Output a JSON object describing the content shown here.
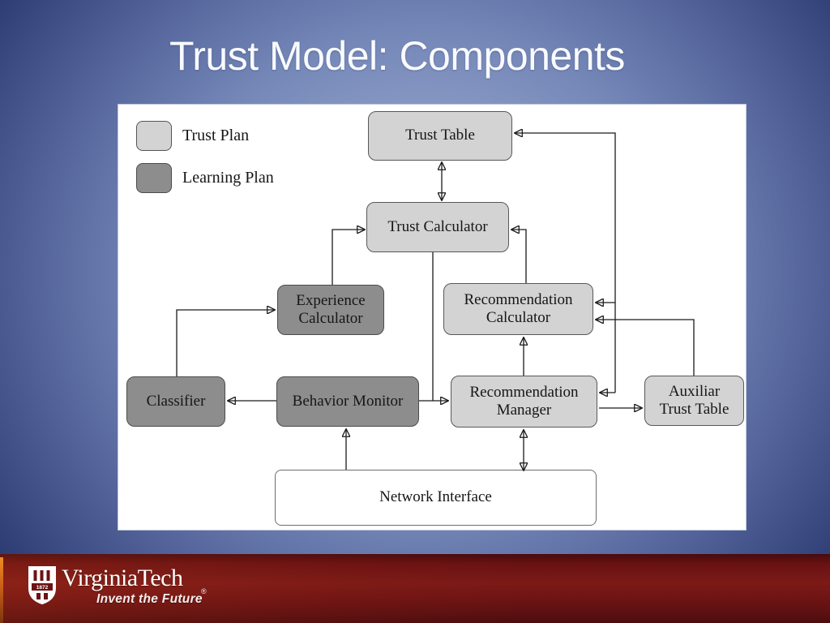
{
  "slide": {
    "title": "Trust Model: Components"
  },
  "legend": {
    "items": [
      {
        "label": "Trust Plan"
      },
      {
        "label": "Learning Plan"
      }
    ]
  },
  "nodes": {
    "trust_table": {
      "label": "Trust Table",
      "plan": "trust"
    },
    "trust_calculator": {
      "label": "Trust Calculator",
      "plan": "trust"
    },
    "experience_calculator": {
      "label": "Experience Calculator",
      "plan": "learning"
    },
    "recommendation_calculator": {
      "label": "Recommendation Calculator",
      "plan": "trust"
    },
    "classifier": {
      "label": "Classifier",
      "plan": "learning"
    },
    "behavior_monitor": {
      "label": "Behavior Monitor",
      "plan": "learning"
    },
    "recommendation_manager": {
      "label": "Recommendation Manager",
      "plan": "trust"
    },
    "auxiliar_trust_table": {
      "label": "Auxiliar Trust Table",
      "plan": "trust"
    },
    "network_interface": {
      "label": "Network Interface",
      "plan": "none"
    }
  },
  "edges": [
    {
      "from": "trust_table",
      "to": "trust_calculator",
      "type": "bidirectional"
    },
    {
      "from": "experience_calculator",
      "to": "trust_calculator",
      "type": "arrow"
    },
    {
      "from": "recommendation_calculator",
      "to": "trust_calculator",
      "type": "arrow"
    },
    {
      "from": "classifier",
      "to": "experience_calculator",
      "type": "arrow"
    },
    {
      "from": "trust_calculator",
      "to": "recommendation_manager",
      "type": "arrow"
    },
    {
      "from": "behavior_monitor",
      "to": "recommendation_manager",
      "type": "arrow"
    },
    {
      "from": "behavior_monitor",
      "to": "classifier",
      "type": "arrow"
    },
    {
      "from": "recommendation_manager",
      "to": "recommendation_calculator",
      "type": "arrow"
    },
    {
      "from": "network_interface",
      "to": "behavior_monitor",
      "type": "arrow"
    },
    {
      "from": "network_interface",
      "to": "recommendation_manager",
      "type": "bidirectional"
    },
    {
      "from": "right_bus",
      "to": "trust_table",
      "type": "arrow"
    },
    {
      "from": "right_bus",
      "to": "recommendation_calculator",
      "type": "arrow"
    },
    {
      "from": "right_bus",
      "to": "recommendation_manager",
      "type": "arrow"
    },
    {
      "from": "auxiliar_trust_table",
      "to": "recommendation_calculator",
      "type": "arrow"
    },
    {
      "from": "recommendation_manager",
      "to": "auxiliar_trust_table",
      "type": "arrow"
    }
  ],
  "colors": {
    "trust_plan_fill": "#d3d3d3",
    "learning_plan_fill": "#8d8d8d",
    "node_border": "#585858",
    "connector": "#1a1a1a",
    "background_center": "#a6b3d6",
    "background_edge": "#2a3a70",
    "title_text": "#f8fafd",
    "footer_bar": "#7b1a17",
    "footer_accent": "#ef8c24"
  },
  "footer": {
    "brand": "VirginiaTech",
    "tagline": "Invent the Future",
    "registered": "®",
    "shield_year": "1872"
  }
}
